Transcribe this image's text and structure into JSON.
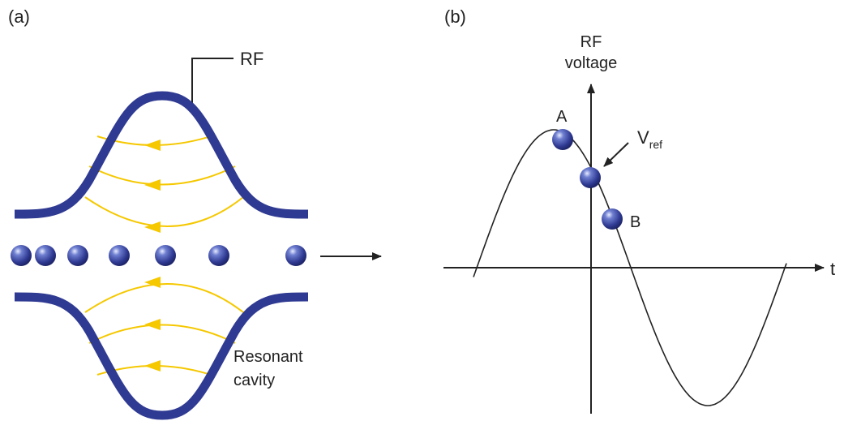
{
  "panel_a": {
    "tag": "(a)",
    "rf_label": "RF",
    "cavity_label_line1": "Resonant",
    "cavity_label_line2": "cavity",
    "bunch_count": 7
  },
  "panel_b": {
    "tag": "(b)",
    "y_axis_line1": "RF",
    "y_axis_line2": "voltage",
    "x_axis_label": "t",
    "point_a": "A",
    "point_b": "B",
    "vref_main": "V",
    "vref_sub": "ref"
  },
  "colors": {
    "cavity": "#2f3a92",
    "field_lines": "#f5c800",
    "particle": "#2f3a92",
    "curve": "#222222"
  },
  "icons": [
    "arrow-right-icon",
    "particle-sphere-icon"
  ]
}
